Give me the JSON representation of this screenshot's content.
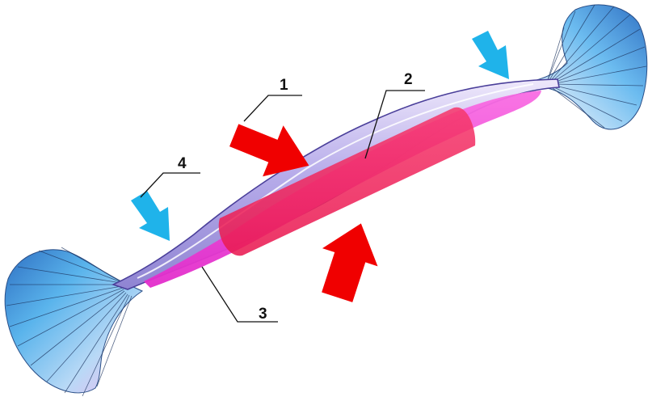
{
  "labels": {
    "one": "1",
    "two": "2",
    "three": "3",
    "four": "4"
  },
  "colors": {
    "outer_tube": "#b9aee6",
    "inner_cavity": "#ee3fd3",
    "core_region": "#f0245a",
    "force_arrow_red": "#f00000",
    "force_arrow_blue": "#1fb3ea",
    "bell_ends": "#3b8fd8"
  },
  "icons": {
    "red_arrow": "arrow-icon",
    "blue_arrow": "arrow-icon"
  }
}
